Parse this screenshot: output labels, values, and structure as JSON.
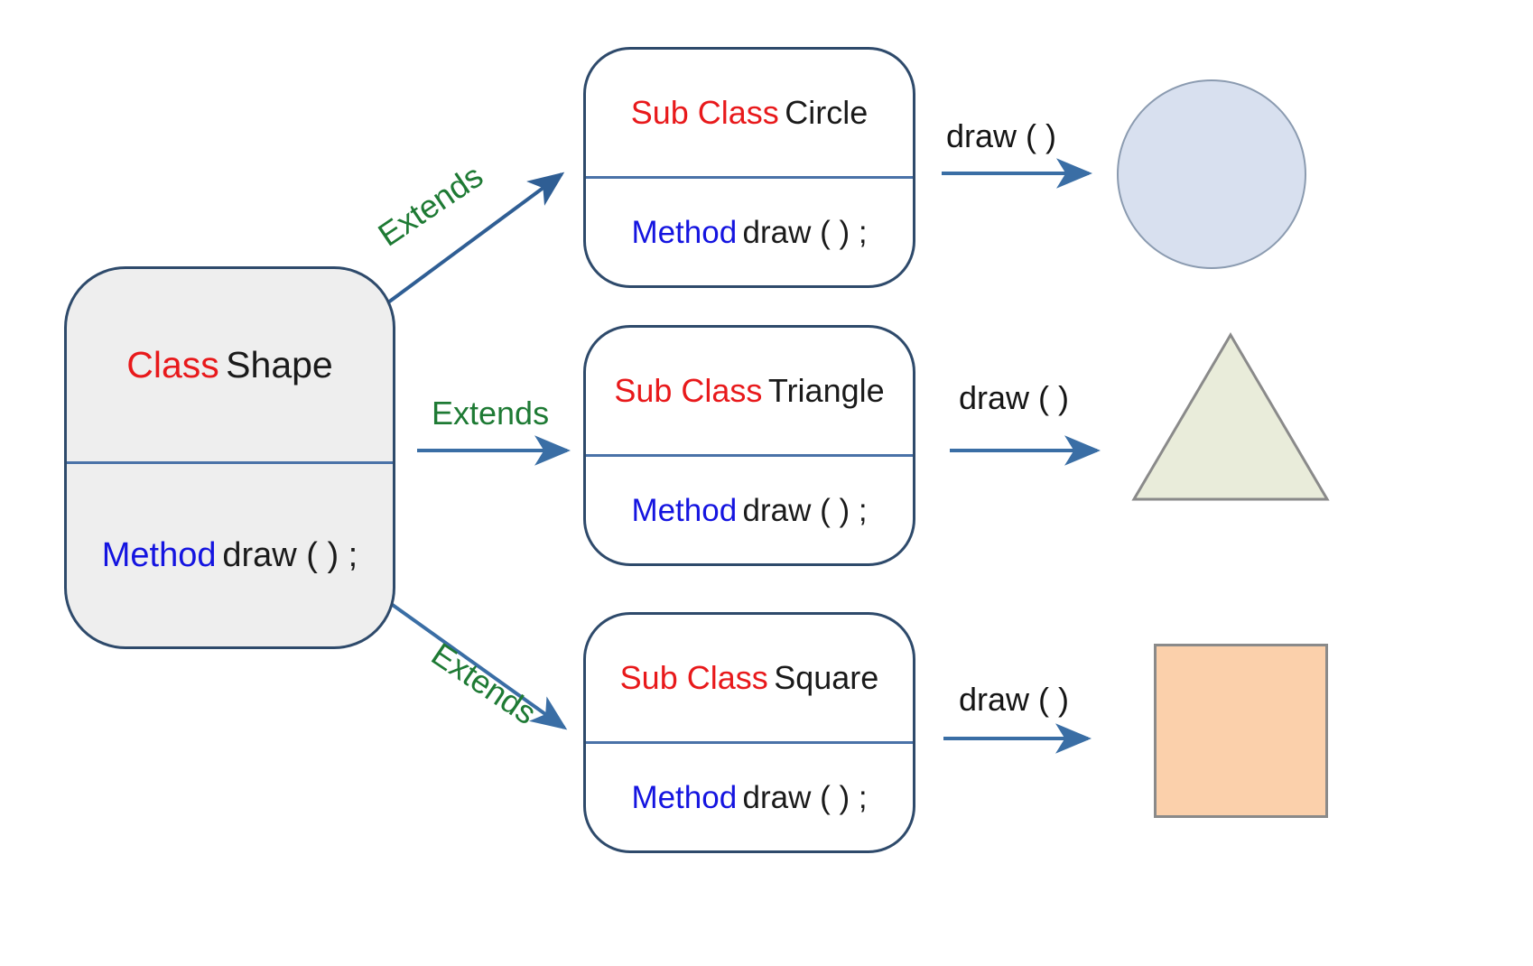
{
  "diagram": {
    "title": "Polymorphism / Inheritance class diagram",
    "colors": {
      "keyword_class": "#e8191b",
      "keyword_method": "#1414e0",
      "identifier": "#1a1a1a",
      "extends_label": "#1e7a34",
      "box_border": "#2e4a6b",
      "divider": "#4a72a8",
      "arrow": "#3a6ea5",
      "superclass_fill": "#eeeeee",
      "subclass_fill": "#ffffff",
      "circle_fill": "#d8e0ef",
      "circle_stroke": "#8b9bb0",
      "triangle_fill": "#e9ecda",
      "triangle_stroke": "#8a8a8a",
      "square_fill": "#fbd0ab",
      "square_stroke": "#8a8a8a",
      "background": "#ffffff"
    }
  },
  "superclass": {
    "keyword": "Class",
    "name": "Shape",
    "method_keyword": "Method",
    "method_signature": "draw ( ) ;"
  },
  "subclasses": [
    {
      "keyword": "Sub Class",
      "name": "Circle",
      "method_keyword": "Method",
      "method_signature": "draw ( ) ;",
      "extends_label": "Extends",
      "call_label": "draw ( )",
      "output_shape": "circle-shape"
    },
    {
      "keyword": "Sub Class",
      "name": "Triangle",
      "method_keyword": "Method",
      "method_signature": "draw ( ) ;",
      "extends_label": "Extends",
      "call_label": "draw ( )",
      "output_shape": "triangle-shape"
    },
    {
      "keyword": "Sub Class",
      "name": "Square",
      "method_keyword": "Method",
      "method_signature": "draw ( ) ;",
      "extends_label": "Extends",
      "call_label": "draw ( )",
      "output_shape": "square-shape"
    }
  ]
}
